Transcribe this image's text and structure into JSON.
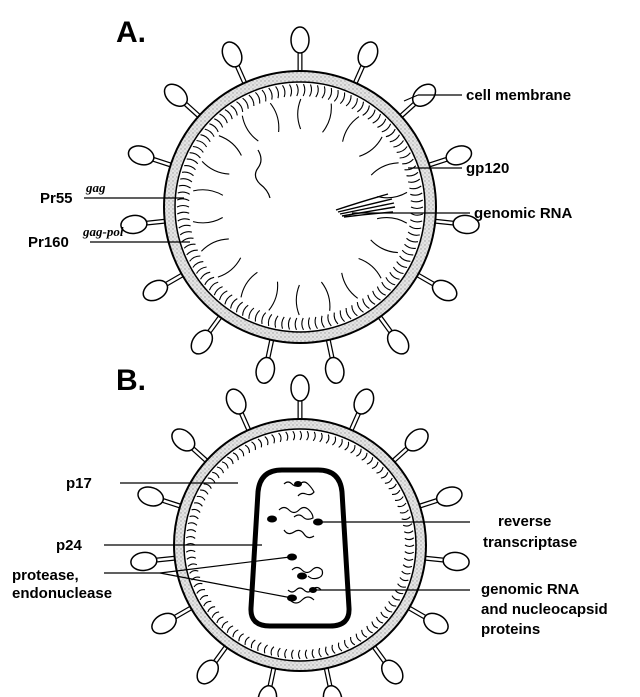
{
  "panelA": {
    "title": "A.",
    "labels": {
      "cell_membrane": "cell membrane",
      "gp120": "gp120",
      "genomic_rna": "genomic RNA",
      "pr55": "Pr55",
      "pr55_sup": "gag",
      "pr160": "Pr160",
      "pr160_sup": "gag-pol"
    }
  },
  "panelB": {
    "title": "B.",
    "labels": {
      "p17": "p17",
      "p24": "p24",
      "protease_1": "protease,",
      "protease_2": "endonuclease",
      "rt_1": "reverse",
      "rt_2": "transcriptase",
      "rna_1": "genomic RNA",
      "rna_2": "and nucleocapsid",
      "rna_3": "proteins"
    }
  },
  "colors": {
    "ink": "#000000",
    "membrane_fill": "#d9d9d9",
    "background": "#ffffff"
  }
}
